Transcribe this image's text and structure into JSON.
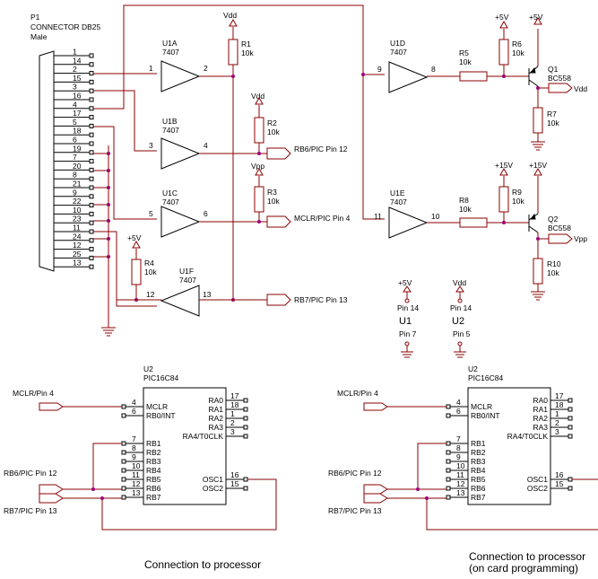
{
  "connector": {
    "ref": "P1",
    "name": "CONNECTOR DB25",
    "gender": "Male",
    "pins_left": [
      "1",
      "2",
      "3",
      "4",
      "5",
      "6",
      "7",
      "8",
      "9",
      "10",
      "11",
      "12",
      "13"
    ],
    "pins_right": [
      "14",
      "15",
      "16",
      "17",
      "18",
      "19",
      "20",
      "21",
      "22",
      "23",
      "24",
      "25"
    ]
  },
  "buffers": [
    {
      "ref": "U1A",
      "part": "7407",
      "in": "1",
      "out": "2"
    },
    {
      "ref": "U1B",
      "part": "7407",
      "in": "3",
      "out": "4"
    },
    {
      "ref": "U1C",
      "part": "7407",
      "in": "5",
      "out": "6"
    },
    {
      "ref": "U1F",
      "part": "7407",
      "in": "12",
      "out": "13"
    },
    {
      "ref": "U1D",
      "part": "7407",
      "in": "9",
      "out": "8"
    },
    {
      "ref": "U1E",
      "part": "7407",
      "in": "11",
      "out": "10"
    }
  ],
  "resistors": [
    {
      "ref": "R1",
      "val": "10k"
    },
    {
      "ref": "R2",
      "val": "10k"
    },
    {
      "ref": "R3",
      "val": "10k"
    },
    {
      "ref": "R4",
      "val": "10k"
    },
    {
      "ref": "R5",
      "val": "10k"
    },
    {
      "ref": "R6",
      "val": "10k"
    },
    {
      "ref": "R7",
      "val": "10k"
    },
    {
      "ref": "R8",
      "val": "10k"
    },
    {
      "ref": "R9",
      "val": "10k"
    },
    {
      "ref": "R10",
      "val": "10k"
    }
  ],
  "transistors": [
    {
      "ref": "Q1",
      "part": "BC558"
    },
    {
      "ref": "Q2",
      "part": "BC558"
    }
  ],
  "power": {
    "vdd": "Vdd",
    "vpp": "Vpp",
    "p5v": "+5V",
    "p15v": "+15V"
  },
  "ports": {
    "rb6": "RB6/PIC Pin 12",
    "mclr": "MCLR/PIC Pin 4",
    "rb7": "RB7/PIC Pin 13",
    "vdd": "Vdd",
    "vpp": "Vpp"
  },
  "supply_notes": {
    "u1": {
      "ref": "U1",
      "v": "+5V",
      "pin_top": "Pin 14",
      "pin_bot": "Pin 7"
    },
    "u2": {
      "ref": "U2",
      "v": "Vdd",
      "pin_top": "Pin 14",
      "pin_bot": "Pin 5"
    }
  },
  "pic": {
    "ref": "U2",
    "part": "PIC16C84",
    "left_labels": [
      "MCLR",
      "RB0/INT",
      "RB1",
      "RB2",
      "RB3",
      "RB4",
      "RB5",
      "RB6",
      "RB7"
    ],
    "left_pins": [
      "4",
      "6",
      "7",
      "8",
      "9",
      "10",
      "11",
      "12",
      "13"
    ],
    "right_labels": [
      "RA0",
      "RA1",
      "RA2",
      "RA3",
      "RA4/T0CLK",
      "OSC1",
      "OSC2"
    ],
    "right_pins": [
      "17",
      "18",
      "1",
      "2",
      "3",
      "16",
      "15"
    ],
    "ext_mclr": "MCLR/Pin 4",
    "ext_rb6": "RB6/PIC Pin 12",
    "ext_rb7": "RB7/PIC Pin 13"
  },
  "captions": {
    "left": "Connection to processor",
    "right_1": "Connection to processor",
    "right_2": "(on card programming)"
  }
}
